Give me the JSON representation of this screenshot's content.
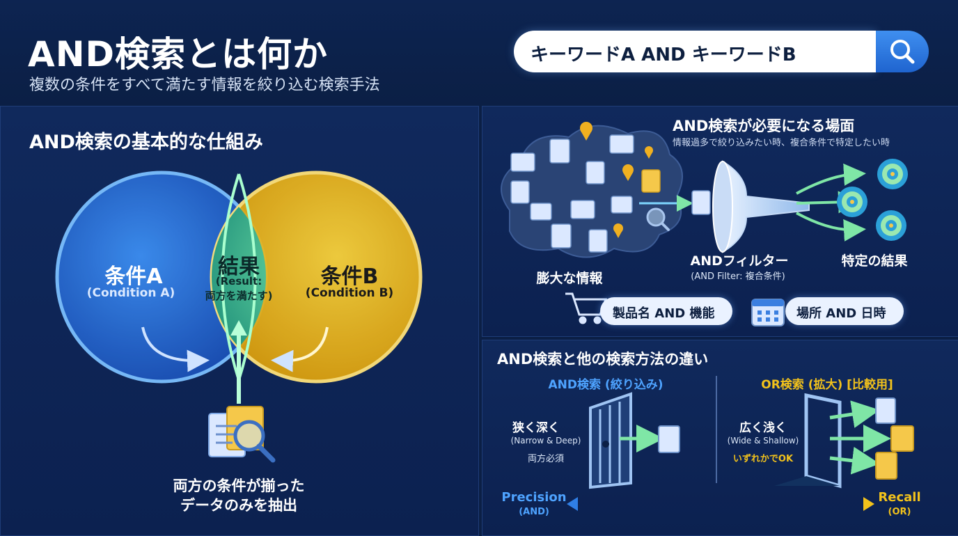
{
  "header": {
    "title": "AND検索とは何か",
    "subtitle": "複数の条件をすべて満たす情報を絞り込む検索手法",
    "search": {
      "query": "キーワードA AND キーワードB",
      "icon": "search-icon"
    }
  },
  "venn": {
    "heading": "AND検索の基本的な仕組み",
    "a_label": "条件A",
    "a_sub": "(Condition A)",
    "b_label": "条件B",
    "b_sub": "(Condition B)",
    "result_label": "結果",
    "result_sub1": "(Result:",
    "result_sub2": "両方を満たす)",
    "caption_line1": "両方の条件が揃った",
    "caption_line2": "データのみを抽出",
    "colors": {
      "a": "#2f7fe6",
      "b": "#f2c21b",
      "result": "#5fe0a0"
    }
  },
  "scenes": {
    "heading": "AND検索が必要になる場面",
    "subheading": "情報過多で絞り込みたい時、複合条件で特定したい時",
    "info_label": "膨大な情報",
    "filter_label": "ANDフィルター",
    "filter_sub": "(AND Filter: 複合条件)",
    "result_label": "特定の結果",
    "example1": "製品名 AND 機能",
    "example2": "場所 AND 日時"
  },
  "compare": {
    "heading": "AND検索と他の検索方法の違い",
    "and_title": "AND検索 (絞り込み)",
    "and_desc": "狭く深く",
    "and_desc_en": "(Narrow & Deep)",
    "and_note": "両方必須",
    "or_title": "OR検索 (拡大) [比較用]",
    "or_desc": "広く浅く",
    "or_desc_en": "(Wide & Shallow)",
    "or_note": "いずれかでOK",
    "precision": "Precision",
    "precision_sub": "(AND)",
    "recall": "Recall",
    "recall_sub": "(OR)",
    "colors": {
      "and": "#4ea3ff",
      "or": "#f2c21b"
    }
  }
}
